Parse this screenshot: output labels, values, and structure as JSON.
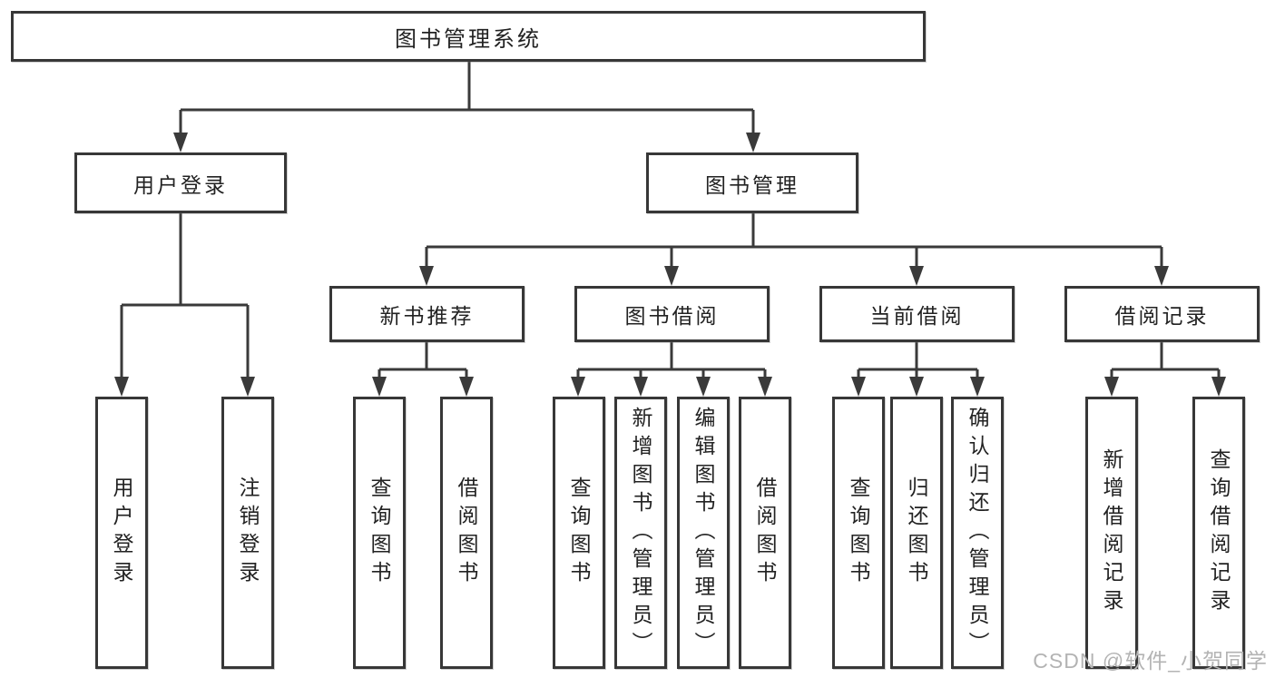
{
  "tree": {
    "label": "图书管理系统",
    "children": [
      {
        "label": "用户登录",
        "children": [
          {
            "label": "用户登录"
          },
          {
            "label": "注销登录"
          }
        ]
      },
      {
        "label": "图书管理",
        "children": [
          {
            "label": "新书推荐",
            "children": [
              {
                "label": "查询图书"
              },
              {
                "label": "借阅图书"
              }
            ]
          },
          {
            "label": "图书借阅",
            "children": [
              {
                "label": "查询图书"
              },
              {
                "label": "新增图书（管理员）"
              },
              {
                "label": "编辑图书（管理员）"
              },
              {
                "label": "借阅图书"
              }
            ]
          },
          {
            "label": "当前借阅",
            "children": [
              {
                "label": "查询图书"
              },
              {
                "label": "归还图书"
              },
              {
                "label": "确认归还（管理员）"
              }
            ]
          },
          {
            "label": "借阅记录",
            "children": [
              {
                "label": "新增借阅记录"
              },
              {
                "label": "查询借阅记录"
              }
            ]
          }
        ]
      }
    ]
  },
  "watermark": {
    "text": "CSDN @软件_小贺同学"
  },
  "colors": {
    "line": "#3a3a3a",
    "box_border": "#373737",
    "text": "#222222",
    "watermark": "#b3b3b3",
    "background": "#ffffff"
  }
}
